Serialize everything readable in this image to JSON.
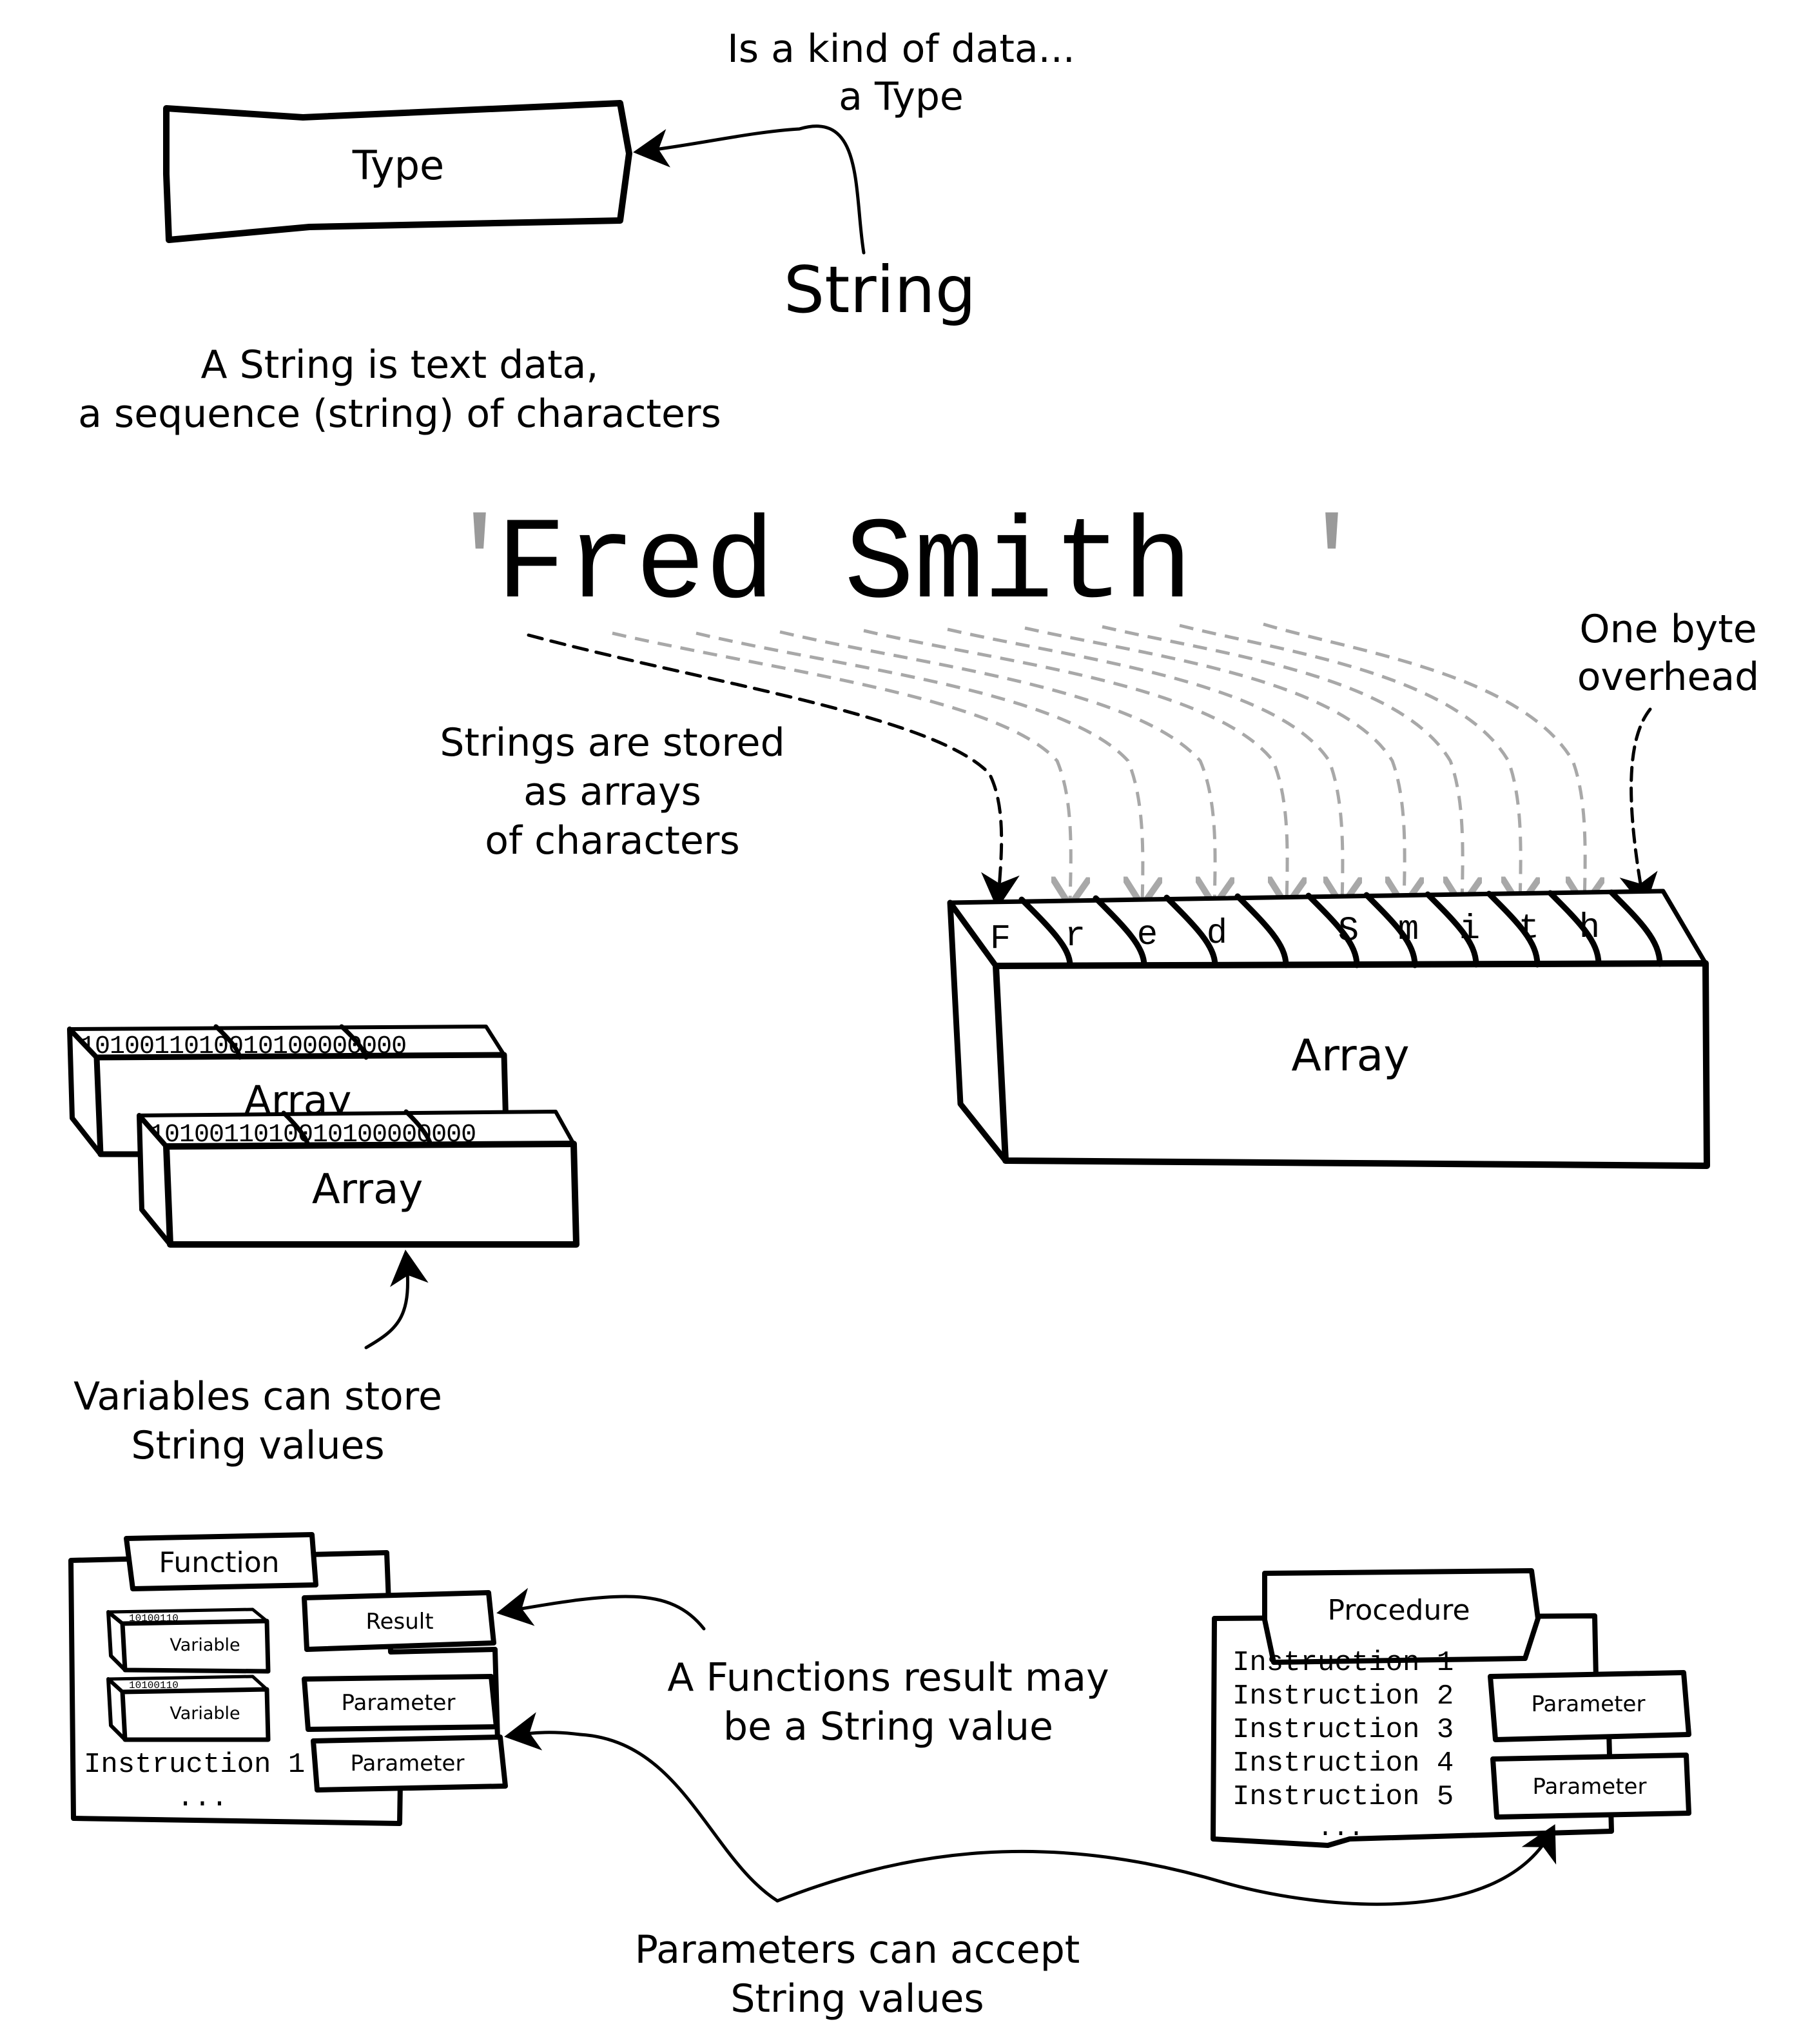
{
  "type_concept": {
    "box_label": "Type",
    "callout_line1": "Is a kind of data...",
    "callout_line2": "a Type"
  },
  "subject": {
    "title": "String",
    "definition_line1": "A String is text data,",
    "definition_line2": "a sequence (string) of characters"
  },
  "example_string": {
    "quote_open": "'",
    "value": "Fred Smith",
    "quote_close": "'"
  },
  "storage_note": {
    "line1": "Strings are stored",
    "line2": "as arrays",
    "line3": "of characters"
  },
  "overhead_note": {
    "line1": "One byte",
    "line2": "overhead"
  },
  "big_array": {
    "label": "Array",
    "cells": [
      "F",
      "r",
      "e",
      "d",
      "",
      "S",
      "m",
      "i",
      "t",
      "h"
    ]
  },
  "variables": {
    "array_label_back": "Array",
    "array_label_front": "Array",
    "bits": "1010011010010100000000",
    "caption_line1": "Variables can store",
    "caption_line2": "String values"
  },
  "function_block": {
    "header": "Function",
    "variable_1": "Variable",
    "variable_2": "Variable",
    "mini_bits": "10100110",
    "result": "Result",
    "parameter_1": "Parameter",
    "parameter_2": "Parameter",
    "instruction": "Instruction 1",
    "ellipsis": "..."
  },
  "function_note": {
    "line1": "A Functions result may",
    "line2": "be a String value"
  },
  "procedure_block": {
    "header": "Procedure",
    "instructions": [
      "Instruction 1",
      "Instruction 2",
      "Instruction 3",
      "Instruction 4",
      "Instruction 5"
    ],
    "parameter_1": "Parameter",
    "parameter_2": "Parameter",
    "ellipsis": "..."
  },
  "parameter_note": {
    "line1": "Parameters can accept",
    "line2": "String values"
  },
  "colors": {
    "ink": "#000000",
    "guide_grey": "#a8a8a8",
    "quote_grey": "#9a9a9a",
    "background": "#ffffff"
  }
}
